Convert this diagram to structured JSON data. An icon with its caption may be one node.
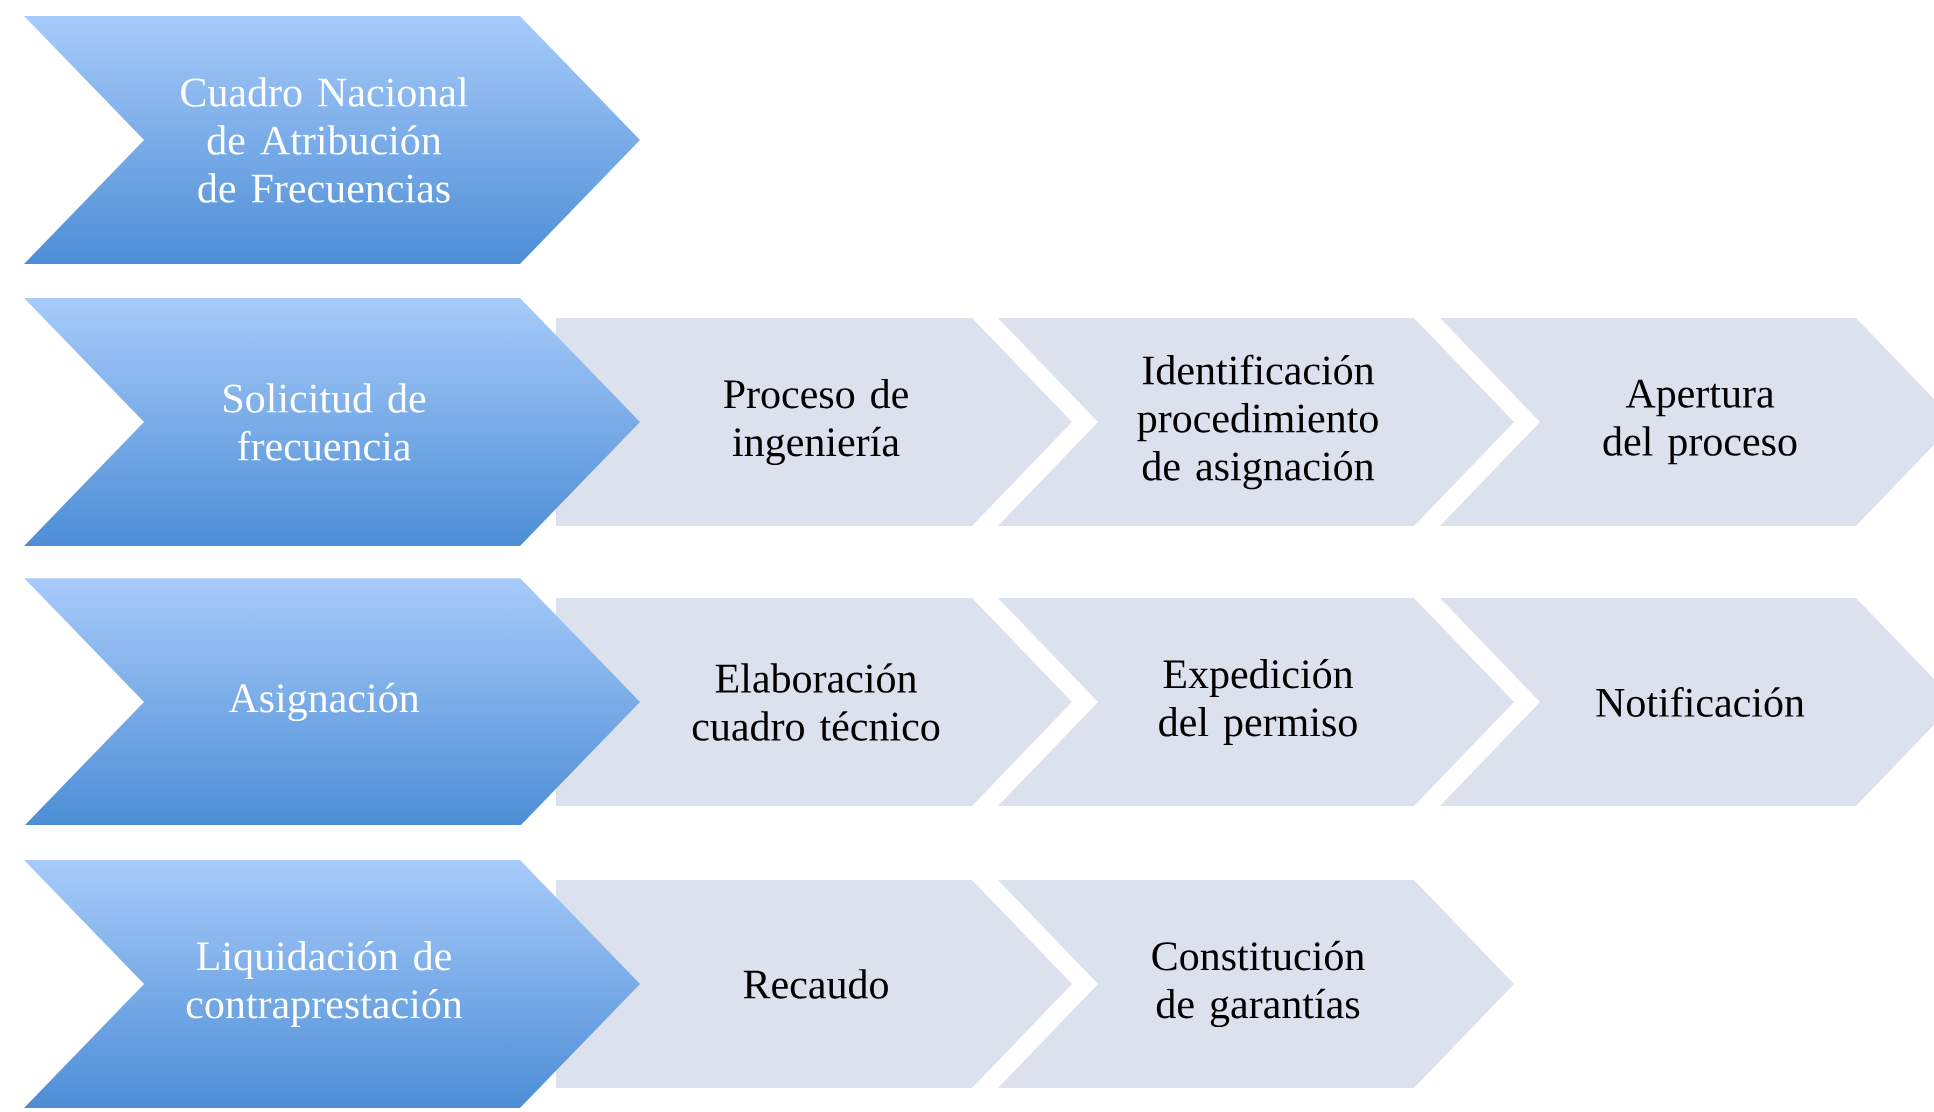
{
  "diagram": {
    "nodes": [
      {
        "text": [
          "Cuadro Nacional de Atribución de Frecuencias"
        ]
      },
      {
        "text": [
          "Solicitud de frecuencia"
        ]
      },
      {
        "text": [
          "Proceso de ingeniería"
        ]
      },
      {
        "text": [
          "Identificación procedimiento de asignación"
        ]
      },
      {
        "text": [
          "Apertura del proceso"
        ]
      },
      {
        "text": [
          "Asignación"
        ]
      },
      {
        "text": [
          "Elaboración cuadro técnico"
        ]
      },
      {
        "text": [
          "Expedición del permiso"
        ]
      },
      {
        "text": [
          "Notificación"
        ]
      },
      {
        "text": [
          "Liquidación de contraprestación"
        ]
      },
      {
        "text": [
          "Recaudo"
        ]
      },
      {
        "text": [
          "Constitución de garantías"
        ]
      }
    ]
  }
}
